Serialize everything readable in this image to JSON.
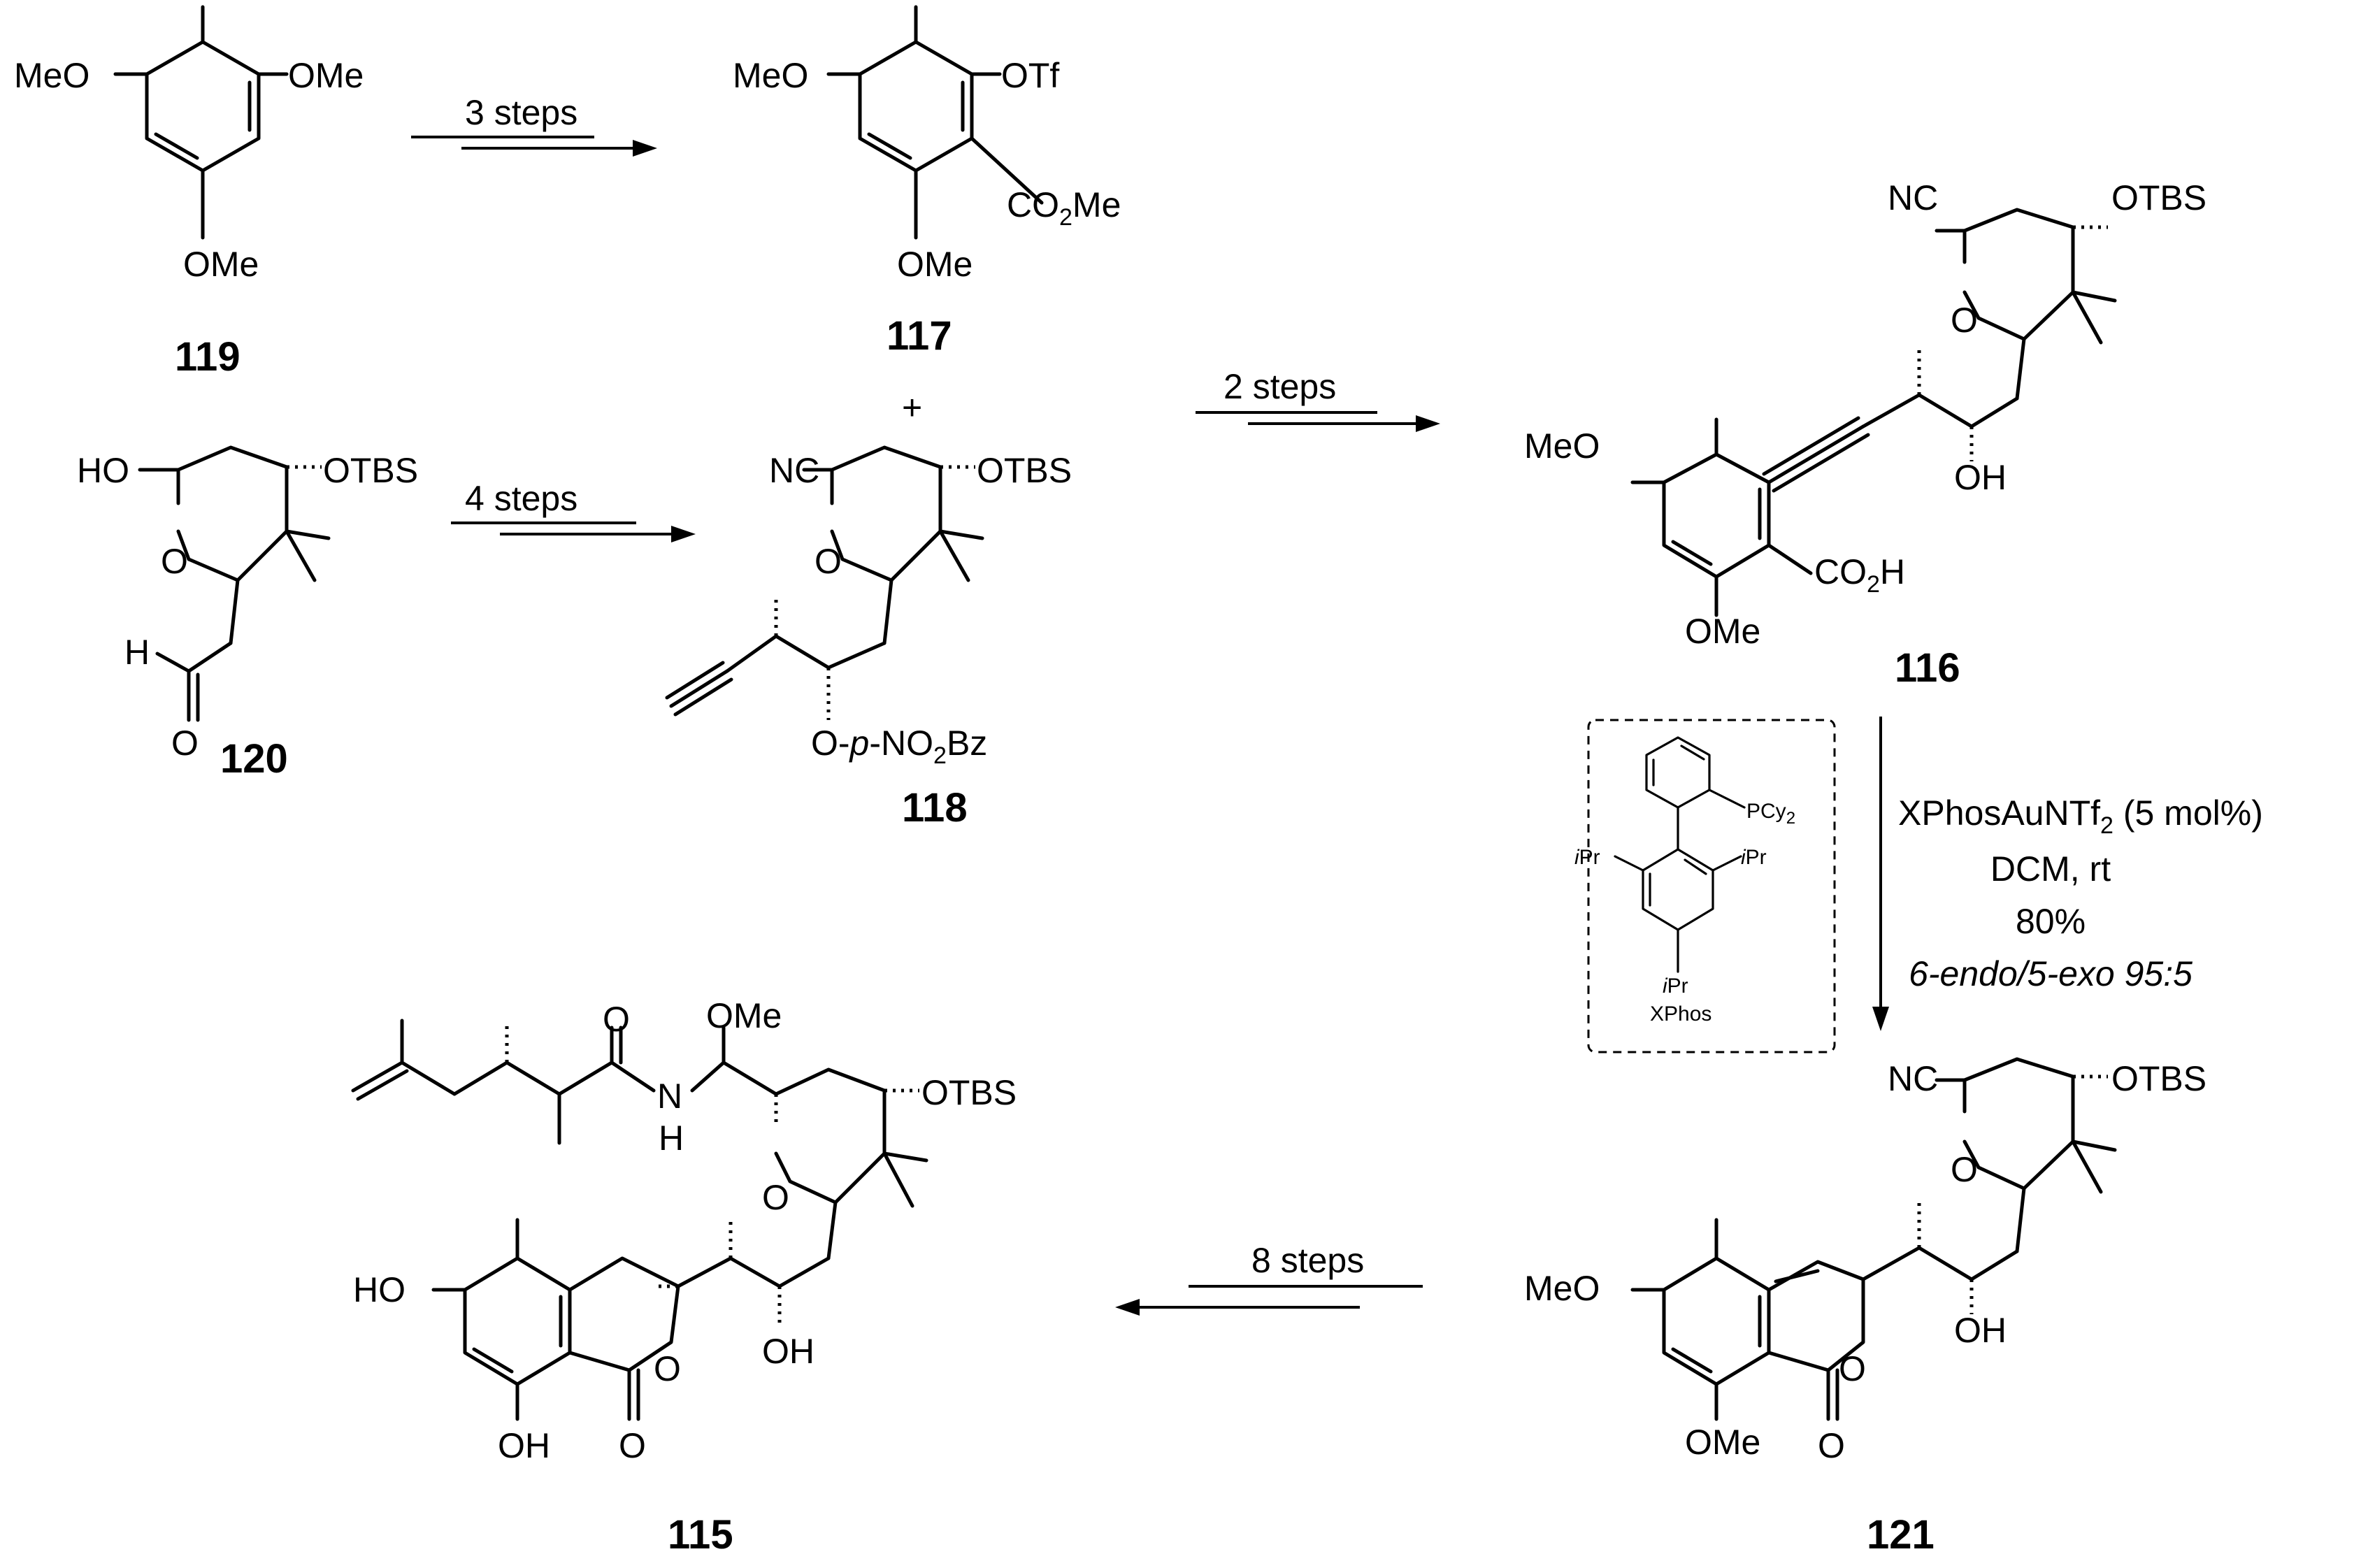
{
  "compounds": {
    "c119": "119",
    "c117": "117",
    "c120": "120",
    "c118": "118",
    "c116": "116",
    "c121": "121",
    "c115": "115"
  },
  "labels": {
    "MeO": "MeO",
    "OMe": "OMe",
    "OTf": "OTf",
    "CO2Me_main": "CO",
    "CO2Me_sub": "2",
    "CO2Me_end": "Me",
    "CO2H_main": "CO",
    "CO2H_sub": "2",
    "CO2H_end": "H",
    "HO": "HO",
    "OTBS": "OTBS",
    "O": "O",
    "H": "H",
    "NC": "NC",
    "OH": "OH",
    "pnb_a": "O-",
    "pnb_b": "p",
    "pnb_c": "-NO",
    "pnb_d": "2",
    "pnb_e": "Bz",
    "NH_H": "H",
    "N": "N",
    "plus": "+"
  },
  "conditions": {
    "step_119_117": "3 steps",
    "step_120_118": "4 steps",
    "step_to_116": "2 steps",
    "step_121_115": "8 steps",
    "cat_a": "XPhosAuNTf",
    "cat_sub": "2",
    "cat_b": " (5 mol%)",
    "solvent": "DCM, rt",
    "yield": "80%",
    "selectivity": "6-endo/5-exo 95:5"
  },
  "xphos": {
    "name": "XPhos",
    "PCy": "PCy",
    "PCy_sub": "2",
    "iPr_i": "i",
    "iPr": "Pr"
  }
}
